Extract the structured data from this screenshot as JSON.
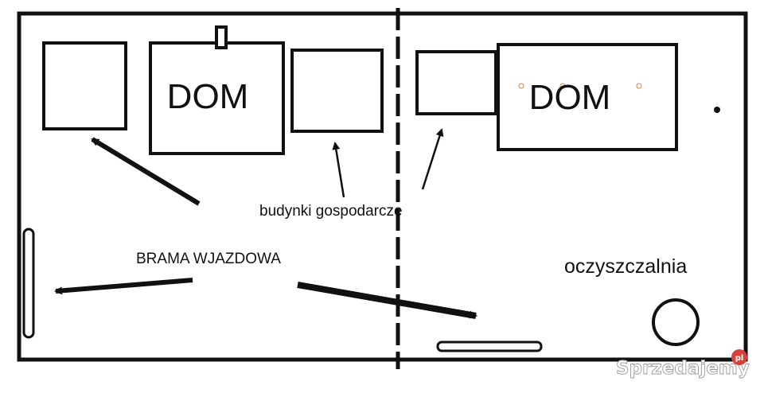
{
  "labels": {
    "house_left": "DOM",
    "house_right": "DOM",
    "outbuildings": "budynki gospodarcze",
    "gate": "BRAMA WJAZDOWA",
    "septic": "oczyszczalnia"
  },
  "watermark": {
    "text": "Sprzedajemy",
    "suffix": "pl",
    "accent_color": "#d9403a"
  },
  "colors": {
    "line": "#111111",
    "background": "#ffffff"
  }
}
